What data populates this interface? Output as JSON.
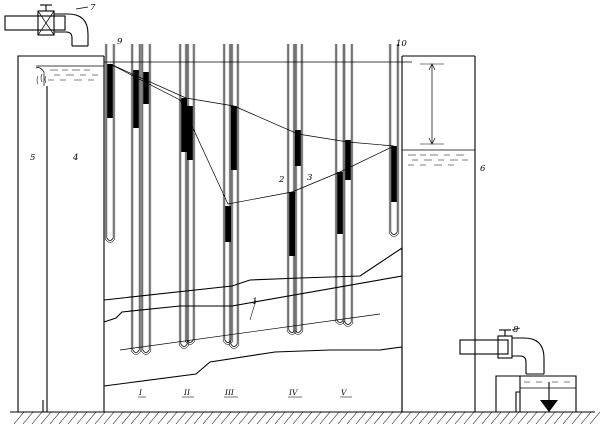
{
  "diagram": {
    "labels": {
      "l1": "1",
      "l2": "2",
      "l3": "3",
      "l4": "4",
      "l5": "5",
      "l6": "6",
      "l7": "7",
      "l8": "8",
      "l9": "9",
      "l10": "10"
    },
    "sections": {
      "s1": "I",
      "s2": "II",
      "s3": "III",
      "s4": "IV",
      "s5": "V"
    }
  }
}
